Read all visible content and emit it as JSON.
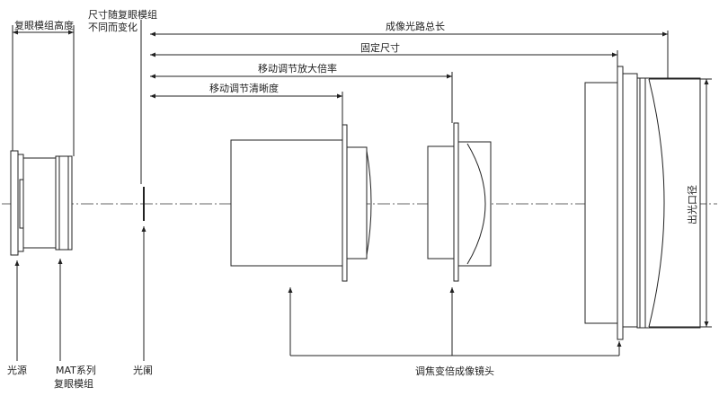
{
  "labels": {
    "compound_eye_height": "复眼模组高度",
    "size_note_line1": "尺寸随复眼模组",
    "size_note_line2": "不同而变化",
    "total_length": "成像光路总长",
    "fixed_size": "固定尺寸",
    "move_magnification": "移动调节放大倍率",
    "move_focus": "移动调节清晰度",
    "light_source": "光源",
    "mat_series_line1": "MAT系列",
    "mat_series_line2": "复眼模组",
    "diaphragm": "光阑",
    "zoom_lens": "调焦变倍成像镜头",
    "exit_aperture": "出光口径"
  }
}
